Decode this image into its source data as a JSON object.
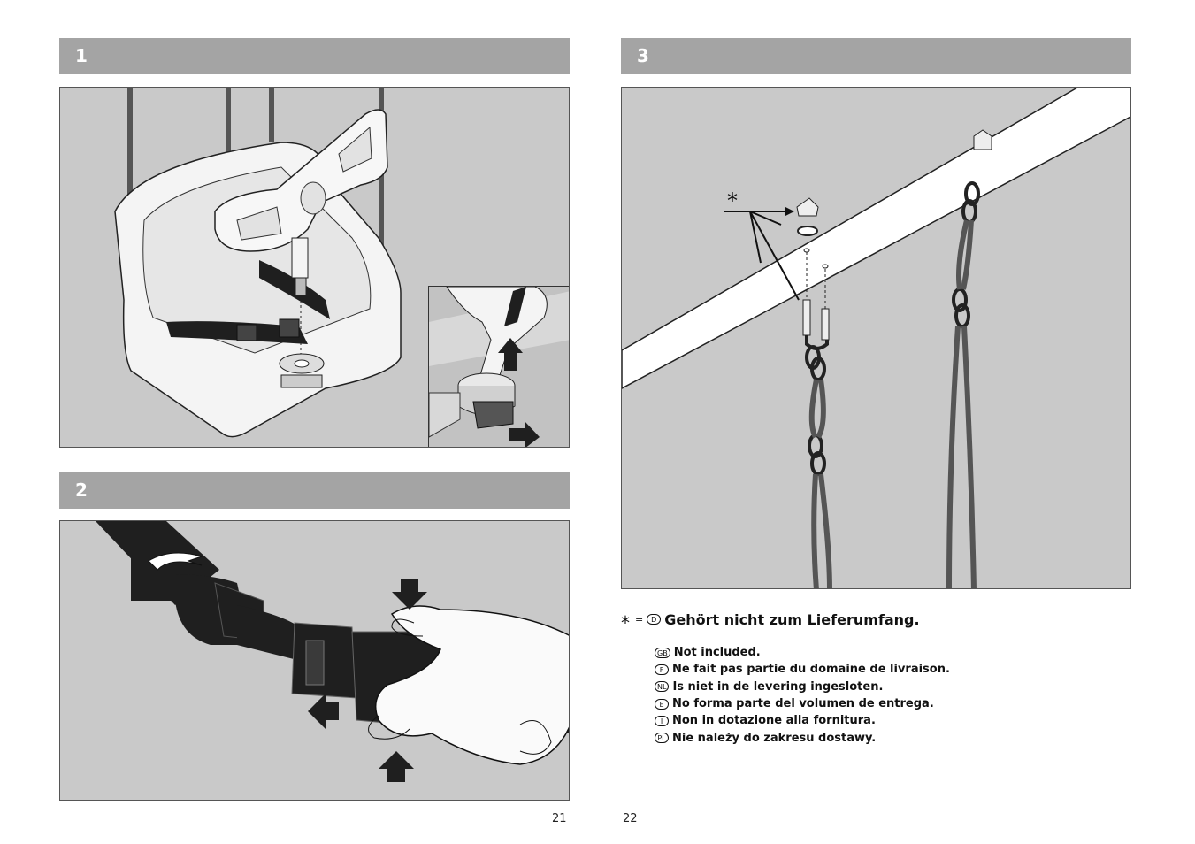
{
  "steps": {
    "step1": {
      "number": "1"
    },
    "step2": {
      "number": "2"
    },
    "step3": {
      "number": "3"
    }
  },
  "note": {
    "star": "*",
    "equals": "=",
    "main_lang": "D",
    "main_text": "Gehört nicht zum Lieferumfang.",
    "translations": [
      {
        "lang": "GB",
        "text": "Not included."
      },
      {
        "lang": "F",
        "text": "Ne fait pas partie du domaine de livraison."
      },
      {
        "lang": "NL",
        "text": "Is niet in de levering ingesloten."
      },
      {
        "lang": "E",
        "text": "No forma parte del volumen de entrega."
      },
      {
        "lang": "I",
        "text": "Non in dotazione alla fornitura."
      },
      {
        "lang": "PL",
        "text": "Nie należy do zakresu dostawy."
      }
    ]
  },
  "illustration": {
    "asterisk": "*"
  },
  "pages": {
    "left": "21",
    "right": "22"
  },
  "colors": {
    "bar": "#a4a4a4",
    "panel": "#c9c9c9",
    "rope": "#555555",
    "strap": "#1f1f1f"
  }
}
